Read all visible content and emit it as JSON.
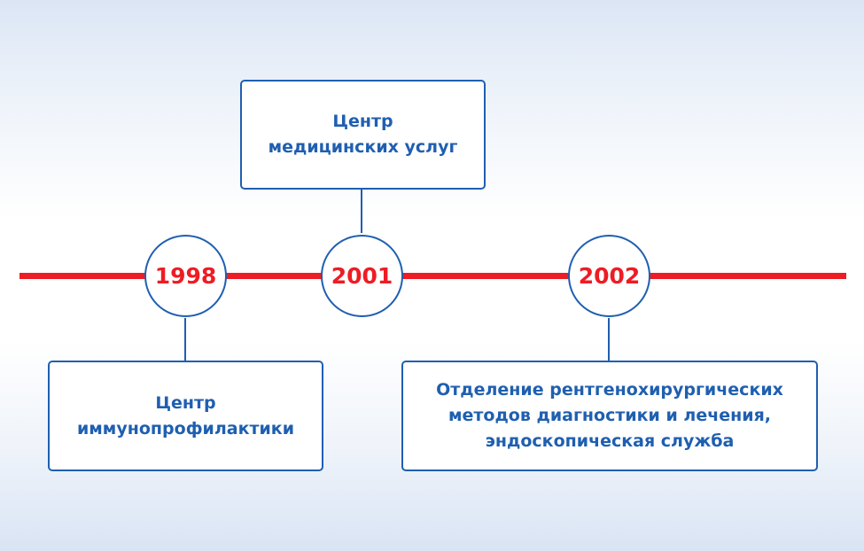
{
  "colors": {
    "timeline": "#ee1c24",
    "accent": "#1f5fb0"
  },
  "events": [
    {
      "year": "1998",
      "lines": [
        "Центр",
        "иммунопрофилактики"
      ]
    },
    {
      "year": "2001",
      "lines": [
        "Центр",
        "медицинских услуг"
      ]
    },
    {
      "year": "2002",
      "lines": [
        "Отделение рентгенохирургических",
        "методов диагностики и лечения,",
        "эндоскопическая служба"
      ]
    }
  ]
}
